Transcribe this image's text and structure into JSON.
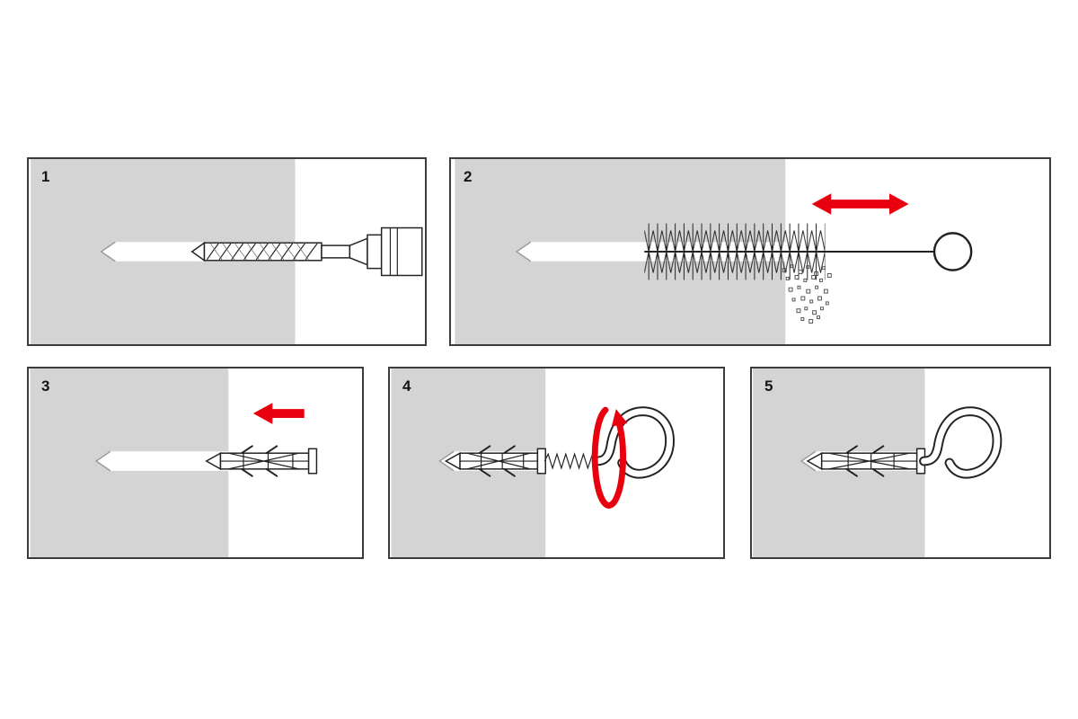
{
  "colors": {
    "wall_gray": "#d4d4d4",
    "accent_red": "#e8000e",
    "line_dark": "#222222"
  },
  "steps": [
    {
      "number": "1"
    },
    {
      "number": "2"
    },
    {
      "number": "3"
    },
    {
      "number": "4"
    },
    {
      "number": "5"
    }
  ]
}
